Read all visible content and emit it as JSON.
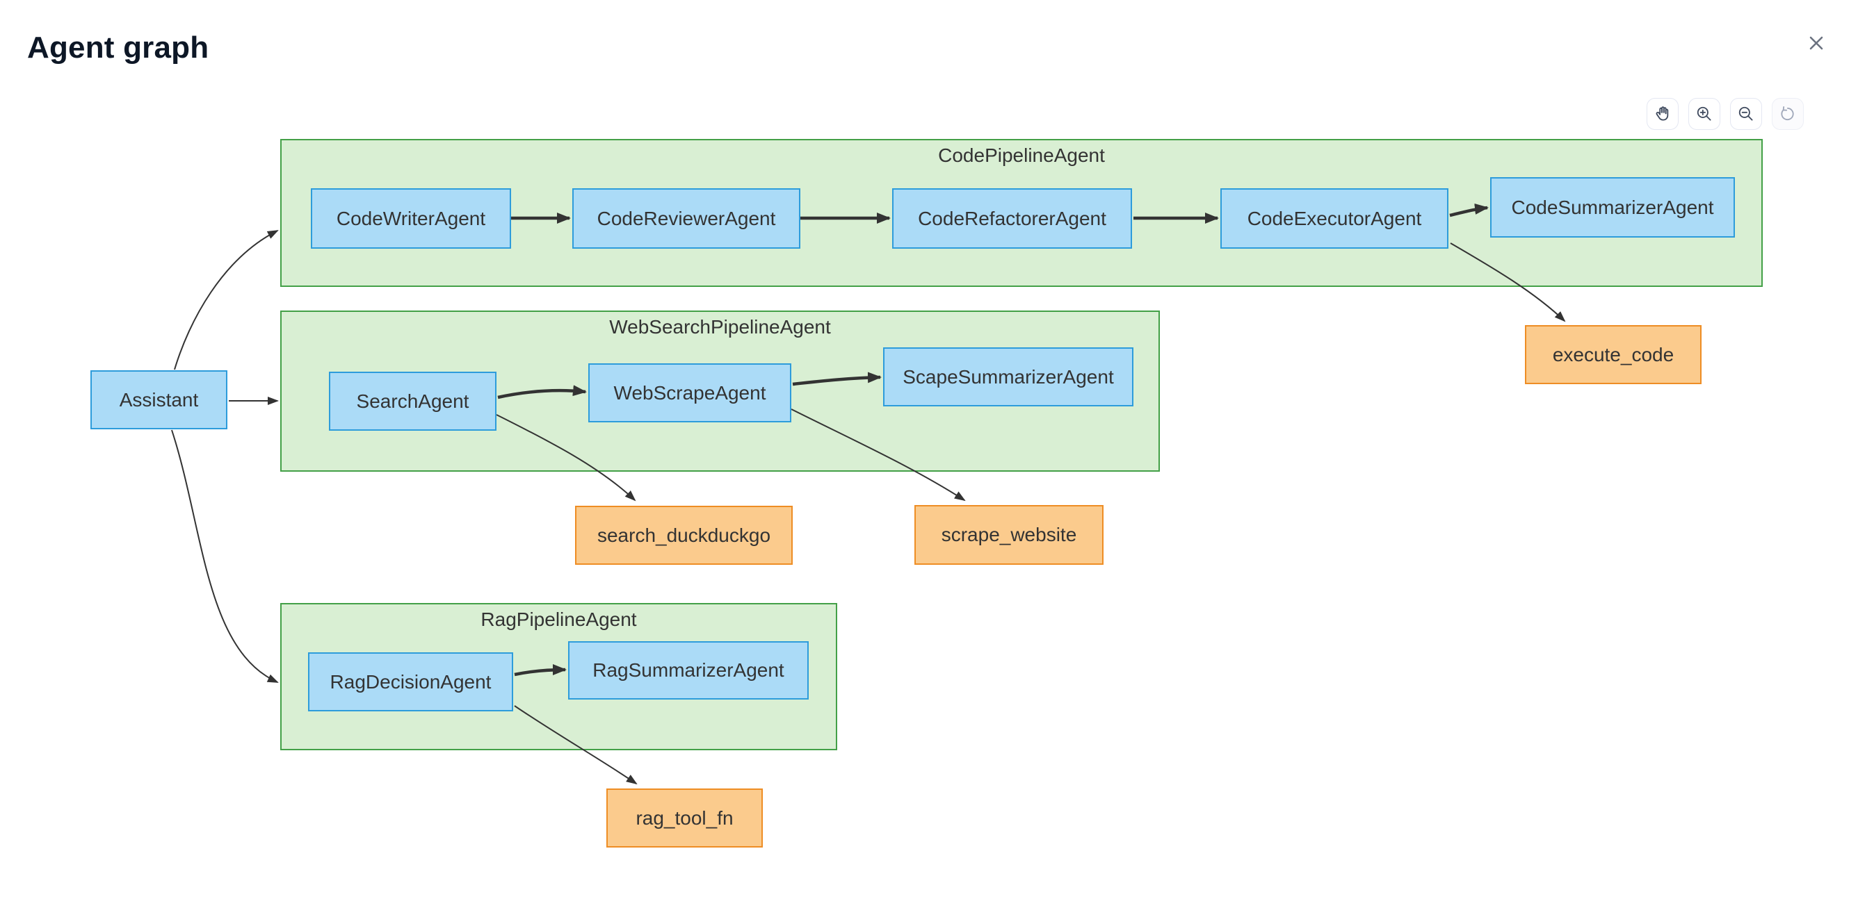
{
  "header": {
    "title": "Agent graph",
    "close_icon": "close-x"
  },
  "toolbar": {
    "buttons": [
      {
        "name": "pan",
        "icon": "hand-icon",
        "enabled": true
      },
      {
        "name": "zoom-in",
        "icon": "magnifier-plus-icon",
        "enabled": true
      },
      {
        "name": "zoom-out",
        "icon": "magnifier-minus-icon",
        "enabled": true
      },
      {
        "name": "reset-view",
        "icon": "rotate-ccw-icon",
        "enabled": false
      }
    ]
  },
  "graph": {
    "groups": {
      "code_pipeline": {
        "label": "CodePipelineAgent"
      },
      "web_search_pipeline": {
        "label": "WebSearchPipelineAgent"
      },
      "rag_pipeline": {
        "label": "RagPipelineAgent"
      }
    },
    "nodes": {
      "assistant": {
        "label": "Assistant",
        "type": "agent"
      },
      "code_writer": {
        "label": "CodeWriterAgent",
        "type": "agent"
      },
      "code_reviewer": {
        "label": "CodeReviewerAgent",
        "type": "agent"
      },
      "code_refactorer": {
        "label": "CodeRefactorerAgent",
        "type": "agent"
      },
      "code_executor": {
        "label": "CodeExecutorAgent",
        "type": "agent"
      },
      "code_summarizer": {
        "label": "CodeSummarizerAgent",
        "type": "agent"
      },
      "search": {
        "label": "SearchAgent",
        "type": "agent"
      },
      "web_scrape": {
        "label": "WebScrapeAgent",
        "type": "agent"
      },
      "scape_summarizer": {
        "label": "ScapeSummarizerAgent",
        "type": "agent"
      },
      "rag_decision": {
        "label": "RagDecisionAgent",
        "type": "agent"
      },
      "rag_summarizer": {
        "label": "RagSummarizerAgent",
        "type": "agent"
      },
      "execute_code": {
        "label": "execute_code",
        "type": "tool"
      },
      "search_duckduckgo": {
        "label": "search_duckduckgo",
        "type": "tool"
      },
      "scrape_website": {
        "label": "scrape_website",
        "type": "tool"
      },
      "rag_tool_fn": {
        "label": "rag_tool_fn",
        "type": "tool"
      }
    },
    "edges": [
      {
        "from": "assistant",
        "to": "code_pipeline",
        "style": "thin"
      },
      {
        "from": "assistant",
        "to": "web_search_pipeline",
        "style": "thin"
      },
      {
        "from": "assistant",
        "to": "rag_pipeline",
        "style": "thin"
      },
      {
        "from": "code_writer",
        "to": "code_reviewer",
        "style": "thick"
      },
      {
        "from": "code_reviewer",
        "to": "code_refactorer",
        "style": "thick"
      },
      {
        "from": "code_refactorer",
        "to": "code_executor",
        "style": "thick"
      },
      {
        "from": "code_executor",
        "to": "code_summarizer",
        "style": "thick"
      },
      {
        "from": "code_executor",
        "to": "execute_code",
        "style": "thin"
      },
      {
        "from": "search",
        "to": "web_scrape",
        "style": "thick"
      },
      {
        "from": "web_scrape",
        "to": "scape_summarizer",
        "style": "thick"
      },
      {
        "from": "search",
        "to": "search_duckduckgo",
        "style": "thin"
      },
      {
        "from": "web_scrape",
        "to": "scrape_website",
        "style": "thin"
      },
      {
        "from": "rag_decision",
        "to": "rag_summarizer",
        "style": "thick"
      },
      {
        "from": "rag_decision",
        "to": "rag_tool_fn",
        "style": "thin"
      }
    ]
  },
  "colors": {
    "agent_fill": "#abdbf7",
    "agent_border": "#2d9cdb",
    "tool_fill": "#fbcb8d",
    "tool_border": "#ee8d24",
    "group_fill": "#d9efd3",
    "group_border": "#43a047",
    "edge": "#333333",
    "title_text": "#0d1726",
    "icon": "#3f4a5e"
  }
}
